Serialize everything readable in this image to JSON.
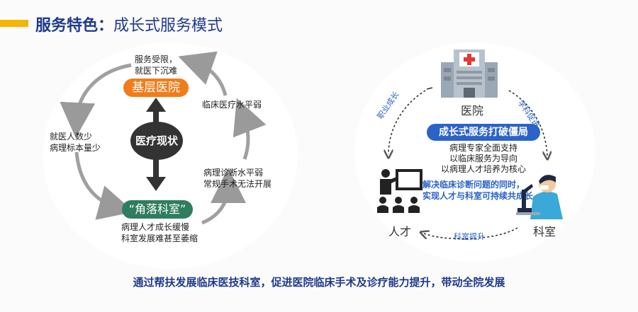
{
  "header": {
    "title_main": "服务特色：",
    "title_sub": "成长式服务模式"
  },
  "left": {
    "top_note": [
      "服务受限，",
      "就医下沉难"
    ],
    "top_pill": "基层医院",
    "center_badge": "医疗现状",
    "left_note": [
      "就医人数少",
      "病理标本量少"
    ],
    "right_top_note": "临床医疗水平弱",
    "right_bottom_note": [
      "病理诊断水平弱",
      "常规手术无法开展"
    ],
    "bottom_pill": "“角落科室”",
    "bottom_note": [
      "病理人才成长缓慢",
      "科室发展难甚至萎缩"
    ]
  },
  "right": {
    "hospital_label": "医院",
    "talent_label": "人才",
    "dept_label": "科室",
    "arrow_left_label": "职业成长",
    "arrow_right_label": "学科促进",
    "arrow_bottom_label": "科室提升",
    "center_pill": "成长式服务打破僵局",
    "center_lines": [
      "病理专家全面支持",
      "以临床服务为导向",
      "以病理人才培养为核心"
    ],
    "highlight_lines": [
      "解决临床诊断问题的同时，",
      "实现人才与科室可持续共成长"
    ]
  },
  "footer": {
    "text": "通过帮扶发展临床医技科室，促进医院临床手术及诊疗能力提升，带动全院发展"
  },
  "colors": {
    "accent": "#f4b400",
    "title": "#1f3a8a",
    "orange": "#ef7d1a",
    "green": "#2e7d5e",
    "blue": "#2c63c9"
  }
}
